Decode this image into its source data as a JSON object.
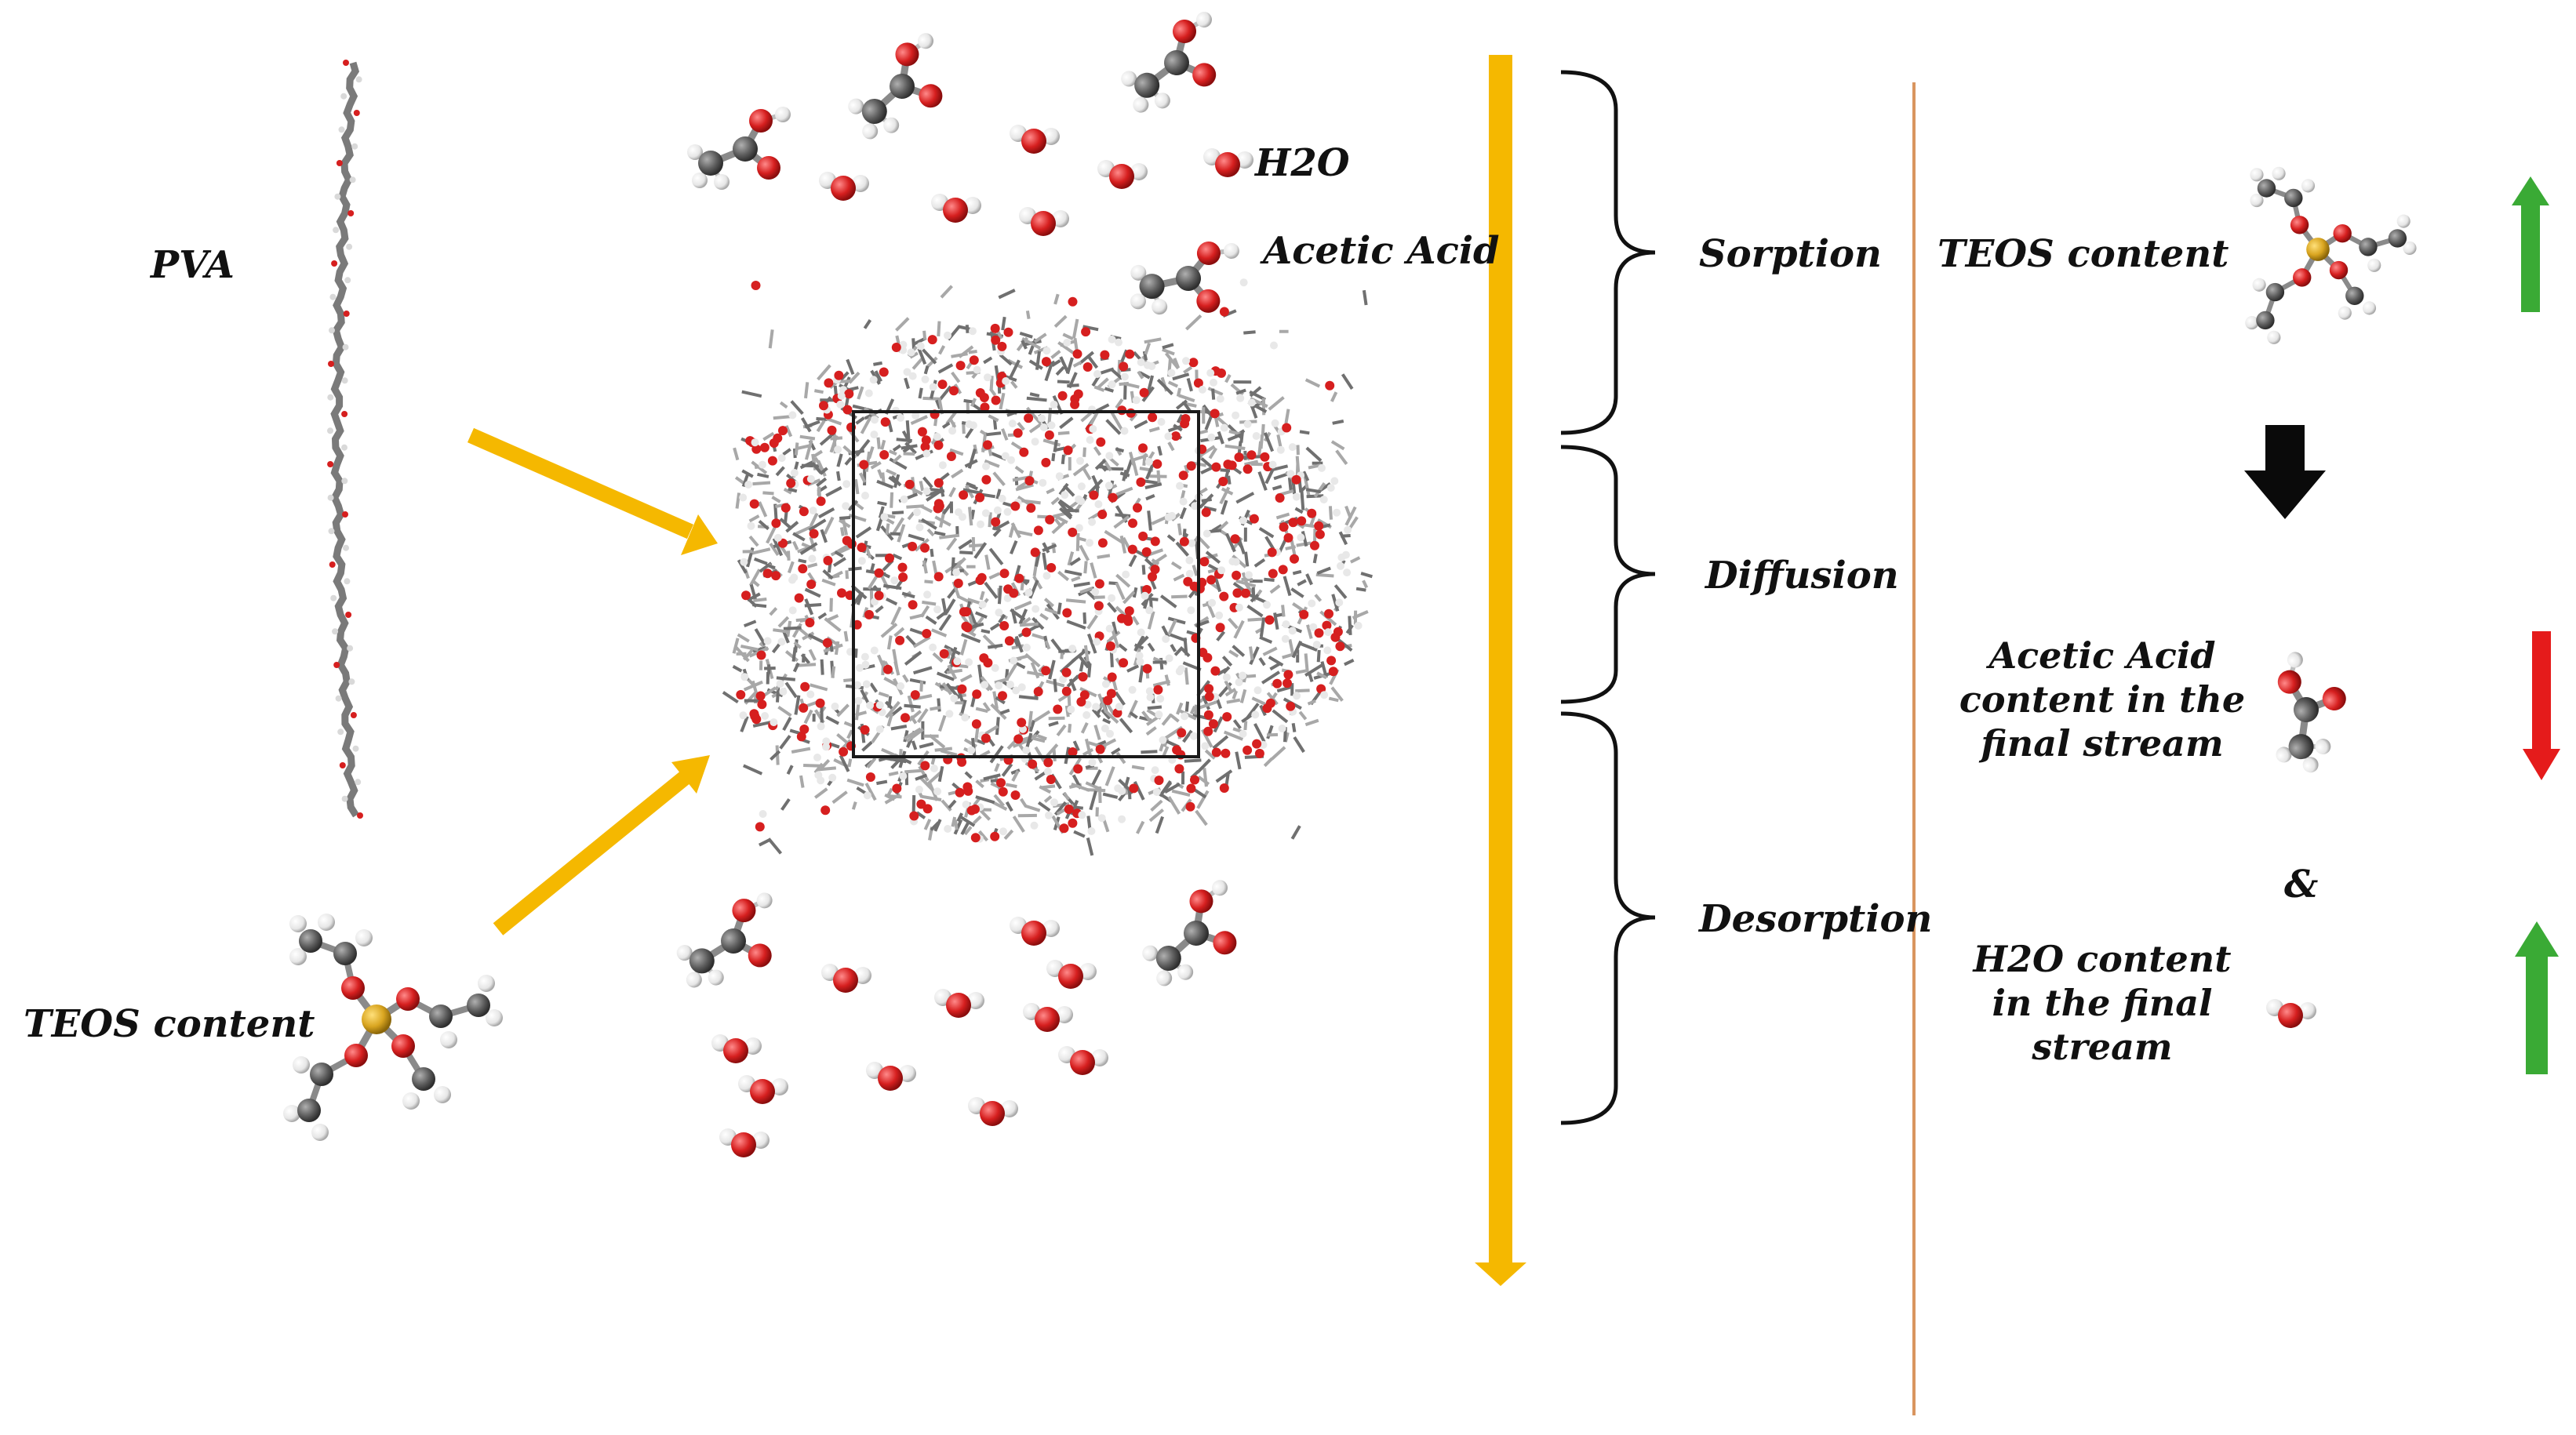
{
  "labels": {
    "pva": "PVA",
    "teos_left": "TEOS content",
    "h2o_top": "H2O",
    "acetic_acid_top": "Acetic Acid"
  },
  "stages": [
    "Sorption",
    "Diffusion",
    "Desorption"
  ],
  "results": {
    "teos_content": "TEOS content",
    "acetic_line1": "Acetic Acid",
    "acetic_line2": "content in the",
    "acetic_line3": "final stream",
    "ampersand": "&",
    "h2o_line1": "H2O content",
    "h2o_line2": "in the final",
    "h2o_line3": "stream"
  },
  "indicators": {
    "teos_trend": "up",
    "acetic_acid_trend": "down",
    "h2o_trend": "up"
  },
  "icons": [
    "pva-chain-icon",
    "teos-molecule-icon",
    "water-molecule-icon",
    "acetic-acid-molecule-icon",
    "membrane-box-icon"
  ],
  "colors": {
    "flow_arrow": "#F5B800",
    "divider": "#D9955F",
    "up_arrow": "#3AAA35",
    "down_arrow": "#E51B1B",
    "oxygen": "#D61F1F",
    "carbon": "#5E5E5E",
    "hydrogen": "#EDEDED",
    "silicon": "#D9A520"
  }
}
